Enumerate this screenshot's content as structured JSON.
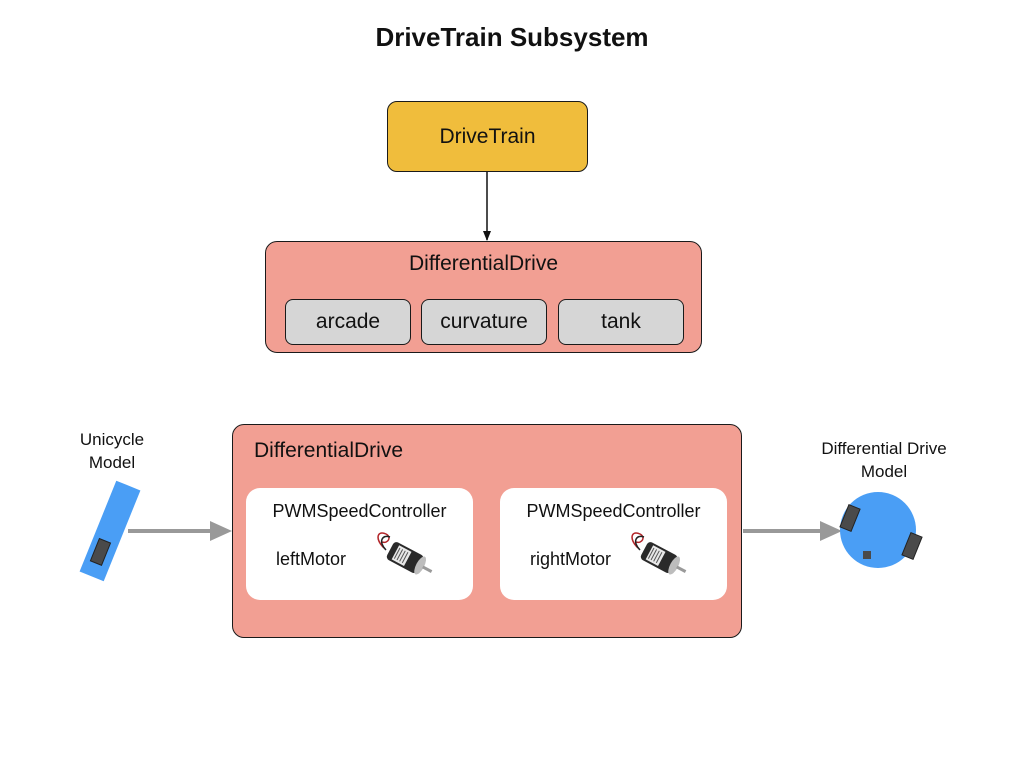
{
  "title": "DriveTrain Subsystem",
  "drivetrain": {
    "label": "DriveTrain",
    "color": "#f0bd3c"
  },
  "differential_drive_top": {
    "label": "DifferentialDrive",
    "color": "#f29f93",
    "methods": [
      "arcade",
      "curvature",
      "tank"
    ]
  },
  "differential_drive_bottom": {
    "label": "DifferentialDrive",
    "controllers": [
      {
        "type": "PWMSpeedController",
        "name": "leftMotor"
      },
      {
        "type": "PWMSpeedController",
        "name": "rightMotor"
      }
    ]
  },
  "unicycle_model": {
    "line1": "Unicycle",
    "line2": "Model",
    "color": "#4a9ef5"
  },
  "differential_drive_model": {
    "line1": "Differential Drive",
    "line2": "Model",
    "color": "#4a9ef5"
  },
  "icons": [
    "motor-icon",
    "unicycle-icon",
    "differential-robot-icon",
    "arrow-icon"
  ]
}
